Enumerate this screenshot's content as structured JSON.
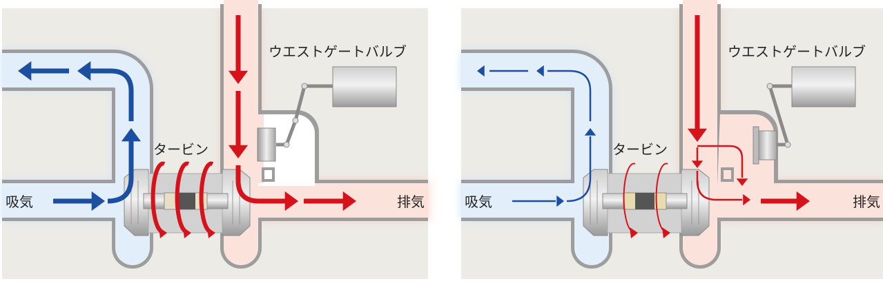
{
  "diagram": {
    "panels": [
      {
        "state": "wastegate-closed",
        "intake_label": "吸気",
        "exhaust_label": "排気",
        "turbine_label": "タービン",
        "wastegate_label": "ウエストゲートバルブ"
      },
      {
        "state": "wastegate-open",
        "intake_label": "吸気",
        "exhaust_label": "排気",
        "turbine_label": "タービン",
        "wastegate_label": "ウエストゲートバルブ"
      }
    ],
    "colors": {
      "background": "#ecebe6",
      "pipe_wall": "#9d9d9d",
      "intake_fill": "#e2eef9",
      "exhaust_fill": "#fbe3dc",
      "intake_arrow": "#1c4f9f",
      "exhaust_arrow": "#d6121b"
    }
  }
}
